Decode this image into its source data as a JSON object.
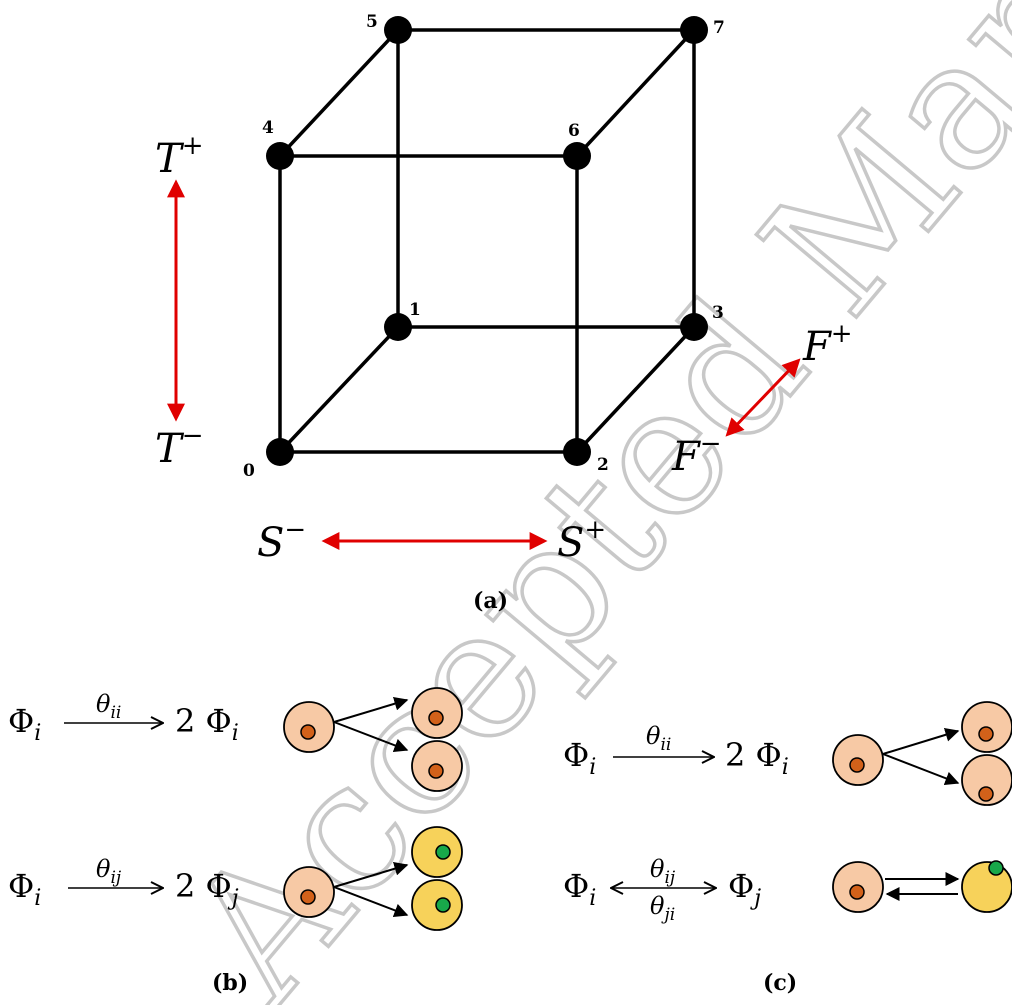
{
  "watermark": "Accepted Manuscript",
  "colors": {
    "edge": "#000000",
    "vertex": "#000000",
    "axis_arrow": "#e00000",
    "cell_peach": "#f7c9a5",
    "cell_yellow": "#f7d25a",
    "nucleus_orange": "#d2611a",
    "nucleus_green": "#18a84a"
  },
  "panel_a": {
    "label": "(a)",
    "vertices": [
      "0",
      "1",
      "2",
      "3",
      "4",
      "5",
      "6",
      "7"
    ],
    "axes": {
      "t_plus": "T",
      "t_plus_sup": "+",
      "t_minus": "T",
      "t_minus_sup": "−",
      "s_minus": "S",
      "s_minus_sup": "−",
      "s_plus": "S",
      "s_plus_sup": "+",
      "f_plus": "F",
      "f_plus_sup": "+",
      "f_minus": "F",
      "f_minus_sup": "−"
    }
  },
  "panel_b": {
    "label": "(b)",
    "row1": {
      "lhs": "Φ",
      "lhs_sub": "i",
      "rate": "θ",
      "rate_sub": "ii",
      "rhs": "2 Φ",
      "rhs_sub": "i"
    },
    "row2": {
      "lhs": "Φ",
      "lhs_sub": "i",
      "rate": "θ",
      "rate_sub": "ij",
      "rhs": "2 Φ",
      "rhs_sub": "j"
    }
  },
  "panel_c": {
    "label": "(c)",
    "row1": {
      "lhs": "Φ",
      "lhs_sub": "i",
      "rate": "θ",
      "rate_sub": "ii",
      "rhs": "2 Φ",
      "rhs_sub": "i"
    },
    "row2": {
      "lhs": "Φ",
      "lhs_sub": "i",
      "rate_fwd": "θ",
      "rate_fwd_sub": "ij",
      "rate_back": "θ",
      "rate_back_sub": "ji",
      "rhs": "Φ",
      "rhs_sub": "j"
    }
  }
}
